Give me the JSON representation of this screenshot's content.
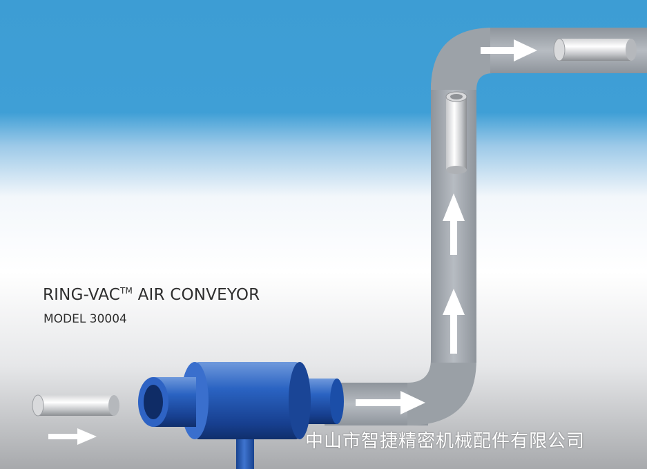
{
  "title": {
    "main": "RING-VAC",
    "trademark": "TM",
    "rest": " AIR CONVEYOR",
    "model": "MODEL 30004"
  },
  "watermark": "中山市智捷精密机械配件有限公司",
  "colors": {
    "sky_blue": "#3f9fd6",
    "conveyor_blue": "#1f56b4",
    "tube_gray": "#b9bec4",
    "arrow_white": "#ffffff"
  },
  "icons": [
    "flow-arrow-icon",
    "part-cylinder-icon"
  ]
}
